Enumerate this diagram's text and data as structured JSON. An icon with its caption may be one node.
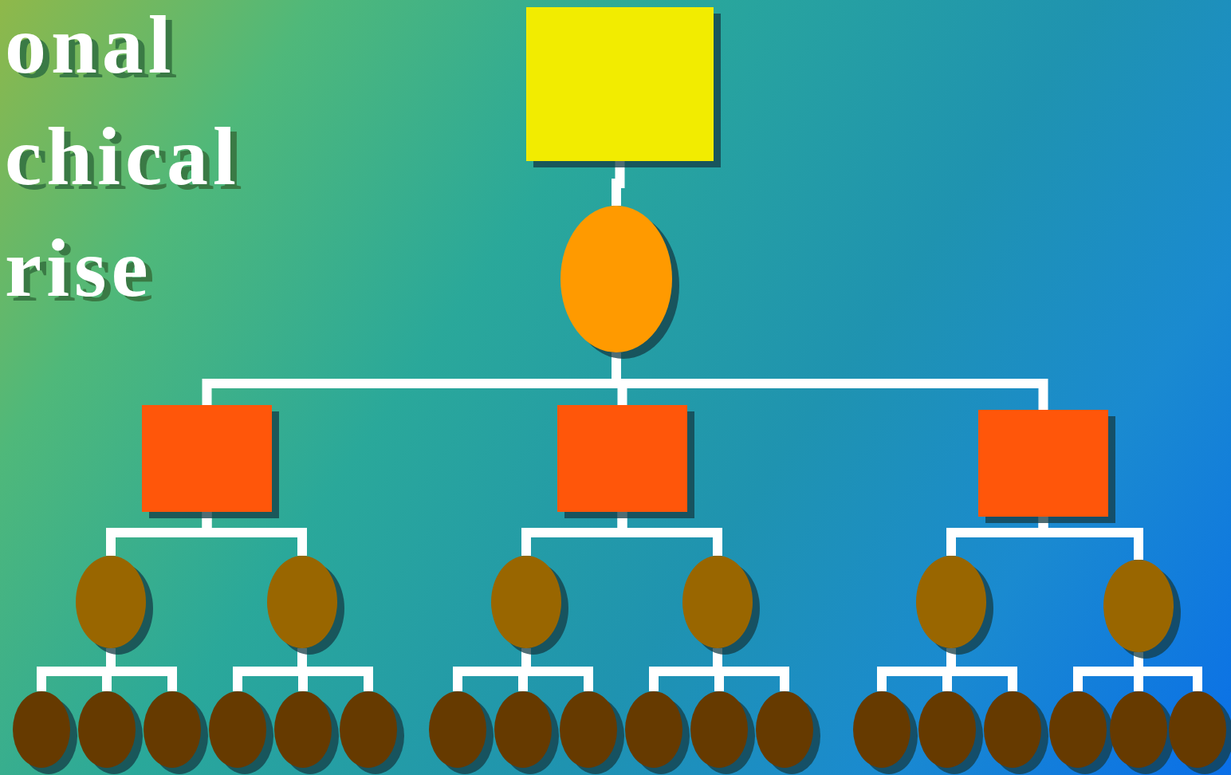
{
  "diagram": {
    "labels": [
      "onal",
      "chical",
      "rise"
    ],
    "nodes": [
      {
        "text": [],
        "shape": "box"
      },
      {
        "text": [],
        "shape": "circle"
      },
      {
        "text": [],
        "shape": "box"
      },
      {
        "text": [],
        "shape": "box"
      },
      {
        "text": [],
        "shape": "box"
      },
      {
        "text": [],
        "shape": "circle"
      },
      {
        "text": [],
        "shape": "circle"
      },
      {
        "text": [],
        "shape": "circle"
      },
      {
        "text": [],
        "shape": "circle"
      },
      {
        "text": [],
        "shape": "circle"
      },
      {
        "text": [],
        "shape": "circle"
      },
      {
        "text": [],
        "shape": "circle"
      },
      {
        "text": [],
        "shape": "circle"
      },
      {
        "text": [],
        "shape": "circle"
      },
      {
        "text": [],
        "shape": "circle"
      },
      {
        "text": [],
        "shape": "circle"
      },
      {
        "text": [],
        "shape": "circle"
      },
      {
        "text": [],
        "shape": "circle"
      },
      {
        "text": [],
        "shape": "circle"
      },
      {
        "text": [],
        "shape": "circle"
      },
      {
        "text": [],
        "shape": "circle"
      },
      {
        "text": [],
        "shape": "circle"
      },
      {
        "text": [],
        "shape": "circle"
      },
      {
        "text": [],
        "shape": "circle"
      },
      {
        "text": [],
        "shape": "circle"
      },
      {
        "text": [],
        "shape": "circle"
      },
      {
        "text": [],
        "shape": "circle"
      },
      {
        "text": [],
        "shape": "circle"
      },
      {
        "text": [],
        "shape": "circle"
      }
    ],
    "edges": [
      {
        "from": 0,
        "to": 1,
        "arrow": "none"
      },
      {
        "from": 1,
        "to": 2,
        "arrow": "none"
      },
      {
        "from": 1,
        "to": 3,
        "arrow": "none"
      },
      {
        "from": 1,
        "to": 4,
        "arrow": "none"
      },
      {
        "from": 2,
        "to": 5,
        "arrow": "none"
      },
      {
        "from": 2,
        "to": 6,
        "arrow": "none"
      },
      {
        "from": 3,
        "to": 7,
        "arrow": "none"
      },
      {
        "from": 3,
        "to": 8,
        "arrow": "none"
      },
      {
        "from": 4,
        "to": 9,
        "arrow": "none"
      },
      {
        "from": 4,
        "to": 10,
        "arrow": "none"
      },
      {
        "from": 5,
        "to": 11,
        "arrow": "none"
      },
      {
        "from": 5,
        "to": 12,
        "arrow": "none"
      },
      {
        "from": 5,
        "to": 13,
        "arrow": "none"
      },
      {
        "from": 6,
        "to": 14,
        "arrow": "none"
      },
      {
        "from": 6,
        "to": 15,
        "arrow": "none"
      },
      {
        "from": 6,
        "to": 16,
        "arrow": "none"
      },
      {
        "from": 7,
        "to": 17,
        "arrow": "none"
      },
      {
        "from": 7,
        "to": 18,
        "arrow": "none"
      },
      {
        "from": 7,
        "to": 19,
        "arrow": "none"
      },
      {
        "from": 8,
        "to": 20,
        "arrow": "none"
      },
      {
        "from": 8,
        "to": 21,
        "arrow": "none"
      },
      {
        "from": 8,
        "to": 22,
        "arrow": "none"
      },
      {
        "from": 9,
        "to": 23,
        "arrow": "none"
      },
      {
        "from": 9,
        "to": 24,
        "arrow": "none"
      },
      {
        "from": 9,
        "to": 25,
        "arrow": "none"
      },
      {
        "from": 10,
        "to": 26,
        "arrow": "none"
      },
      {
        "from": 10,
        "to": 27,
        "arrow": "none"
      },
      {
        "from": 10,
        "to": 28,
        "arrow": "none"
      }
    ]
  }
}
